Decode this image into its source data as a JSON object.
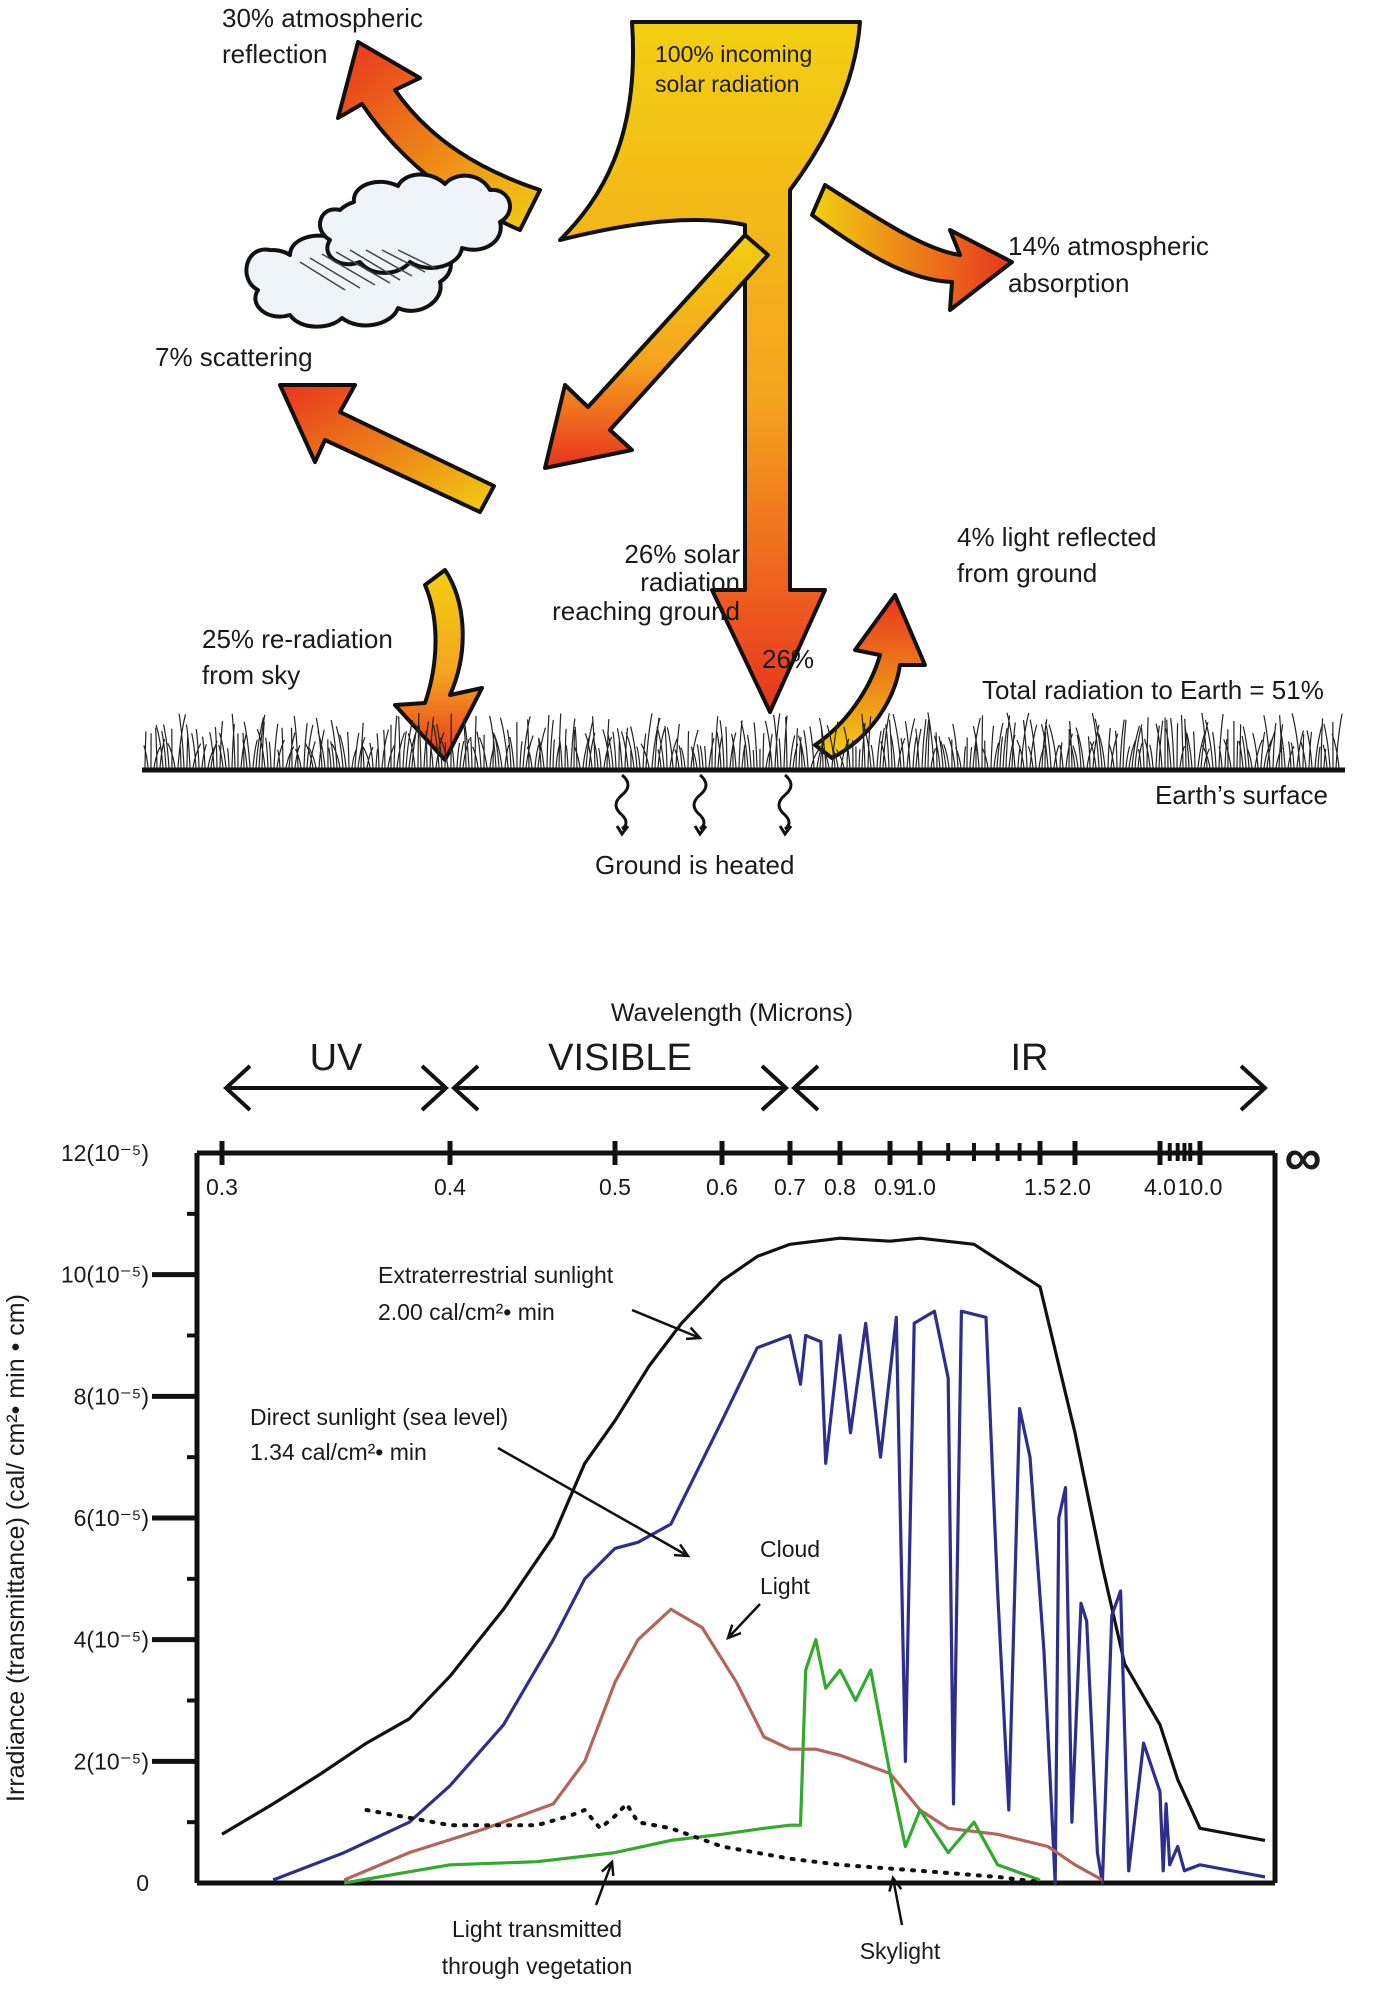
{
  "budget": {
    "labels": {
      "incoming_1": "100% incoming",
      "incoming_2": "solar radiation",
      "reflection_1": "30% atmospheric",
      "reflection_2": "reflection",
      "absorption_1": "14% atmospheric",
      "absorption_2": "absorption",
      "scattering": "7% scattering",
      "reaching_1": "26% solar",
      "reaching_2": "radiation",
      "reaching_3": "reaching ground",
      "reaching_pct": "26%",
      "reradiation_1": "25% re-radiation",
      "reradiation_2": "from sky",
      "ground_reflect_1": "4% light reflected",
      "ground_reflect_2": "from ground",
      "total": "Total radiation to Earth = 51%",
      "surface": "Earth’s surface",
      "heated": "Ground is heated"
    },
    "colors": {
      "arrow_light": "#f2cf12",
      "arrow_mid": "#f4a31e",
      "arrow_dark": "#e8341f",
      "cloud_fill": "#eef4f8"
    },
    "icons": [
      "cloud-icon",
      "grass-icon",
      "heat-wave-icon"
    ]
  },
  "chart_data": {
    "type": "line",
    "title": "",
    "xlabel": "Wavelength (Microns)",
    "ylabel": "Irradiance (transmittance) (cal/ cm²• min • cm)",
    "x_scale": "log",
    "x_ticks": [
      "0.3",
      "0.4",
      "0.5",
      "0.6",
      "0.7",
      "0.8",
      "0.9",
      "1.0",
      "1.5",
      "2.0",
      "4.0",
      "10.0"
    ],
    "x_end_symbol": "∞",
    "y_ticks": [
      "0",
      "2(10⁻⁵)",
      "4(10⁻⁵)",
      "6(10⁻⁵)",
      "8(10⁻⁵)",
      "10(10⁻⁵)",
      "12(10⁻⁵)"
    ],
    "ylim": [
      0,
      12
    ],
    "y_unit_multiplier": "10⁻⁵",
    "bands": [
      {
        "label": "UV",
        "from": 0.3,
        "to": 0.4
      },
      {
        "label": "VISIBLE",
        "from": 0.4,
        "to": 0.7
      },
      {
        "label": "IR",
        "from": 0.7,
        "to": 20
      }
    ],
    "series": [
      {
        "name": "Extraterrestrial sunlight",
        "color": "#111111",
        "style": "solid",
        "points": [
          [
            0.3,
            0.8
          ],
          [
            0.32,
            1.3
          ],
          [
            0.34,
            1.8
          ],
          [
            0.36,
            2.3
          ],
          [
            0.38,
            2.7
          ],
          [
            0.4,
            3.4
          ],
          [
            0.43,
            4.5
          ],
          [
            0.46,
            5.7
          ],
          [
            0.48,
            6.9
          ],
          [
            0.5,
            7.6
          ],
          [
            0.53,
            8.5
          ],
          [
            0.56,
            9.2
          ],
          [
            0.6,
            9.9
          ],
          [
            0.65,
            10.3
          ],
          [
            0.7,
            10.5
          ],
          [
            0.8,
            10.6
          ],
          [
            0.9,
            10.55
          ],
          [
            1.0,
            10.6
          ],
          [
            1.2,
            10.5
          ],
          [
            1.5,
            9.8
          ],
          [
            2.0,
            7.4
          ],
          [
            2.5,
            5.2
          ],
          [
            3.0,
            3.6
          ],
          [
            4.0,
            2.6
          ],
          [
            6.0,
            1.7
          ],
          [
            10.0,
            0.9
          ],
          [
            20.0,
            0.7
          ]
        ]
      },
      {
        "name": "Direct sunlight (sea level)",
        "color": "#2e2f8c",
        "style": "solid",
        "points": [
          [
            0.32,
            0.05
          ],
          [
            0.35,
            0.5
          ],
          [
            0.38,
            1.0
          ],
          [
            0.4,
            1.6
          ],
          [
            0.43,
            2.6
          ],
          [
            0.46,
            4.0
          ],
          [
            0.48,
            5.0
          ],
          [
            0.5,
            5.5
          ],
          [
            0.52,
            5.6
          ],
          [
            0.55,
            5.9
          ],
          [
            0.6,
            7.6
          ],
          [
            0.65,
            8.8
          ],
          [
            0.7,
            9.0
          ],
          [
            0.72,
            8.2
          ],
          [
            0.73,
            9.0
          ],
          [
            0.76,
            8.9
          ],
          [
            0.77,
            6.9
          ],
          [
            0.8,
            9.0
          ],
          [
            0.82,
            7.4
          ],
          [
            0.85,
            9.2
          ],
          [
            0.88,
            7.0
          ],
          [
            0.92,
            9.3
          ],
          [
            0.95,
            2.0
          ],
          [
            0.98,
            9.2
          ],
          [
            1.05,
            9.4
          ],
          [
            1.1,
            8.3
          ],
          [
            1.12,
            1.3
          ],
          [
            1.15,
            9.4
          ],
          [
            1.25,
            9.3
          ],
          [
            1.3,
            4.8
          ],
          [
            1.35,
            1.2
          ],
          [
            1.4,
            7.8
          ],
          [
            1.45,
            7.0
          ],
          [
            1.55,
            3.8
          ],
          [
            1.7,
            0.0
          ],
          [
            1.75,
            6.0
          ],
          [
            1.85,
            6.5
          ],
          [
            1.95,
            1.0
          ],
          [
            2.1,
            4.6
          ],
          [
            2.2,
            4.3
          ],
          [
            2.4,
            0.5
          ],
          [
            2.5,
            0.0
          ],
          [
            2.7,
            4.4
          ],
          [
            2.9,
            4.8
          ],
          [
            3.1,
            0.2
          ],
          [
            3.5,
            2.3
          ],
          [
            4.0,
            1.5
          ],
          [
            4.3,
            0.2
          ],
          [
            4.6,
            1.3
          ],
          [
            5.0,
            0.3
          ],
          [
            6.0,
            0.6
          ],
          [
            7.0,
            0.2
          ],
          [
            10.0,
            0.3
          ],
          [
            20.0,
            0.1
          ]
        ]
      },
      {
        "name": "Cloud Light",
        "color": "#b5645a",
        "style": "solid",
        "points": [
          [
            0.35,
            0.05
          ],
          [
            0.38,
            0.5
          ],
          [
            0.42,
            0.9
          ],
          [
            0.46,
            1.3
          ],
          [
            0.48,
            2.0
          ],
          [
            0.5,
            3.3
          ],
          [
            0.52,
            4.0
          ],
          [
            0.55,
            4.5
          ],
          [
            0.58,
            4.2
          ],
          [
            0.62,
            3.3
          ],
          [
            0.66,
            2.4
          ],
          [
            0.7,
            2.2
          ],
          [
            0.75,
            2.2
          ],
          [
            0.8,
            2.1
          ],
          [
            0.9,
            1.8
          ],
          [
            1.0,
            1.2
          ],
          [
            1.1,
            0.9
          ],
          [
            1.3,
            0.8
          ],
          [
            1.6,
            0.6
          ],
          [
            2.0,
            0.3
          ],
          [
            2.5,
            0.05
          ]
        ]
      },
      {
        "name": "Light transmitted through vegetation",
        "color": "#33aa2f",
        "style": "solid",
        "points": [
          [
            0.35,
            0.0
          ],
          [
            0.4,
            0.3
          ],
          [
            0.45,
            0.35
          ],
          [
            0.5,
            0.5
          ],
          [
            0.55,
            0.7
          ],
          [
            0.6,
            0.8
          ],
          [
            0.66,
            0.9
          ],
          [
            0.7,
            0.95
          ],
          [
            0.72,
            0.95
          ],
          [
            0.73,
            3.5
          ],
          [
            0.75,
            4.0
          ],
          [
            0.77,
            3.2
          ],
          [
            0.8,
            3.5
          ],
          [
            0.83,
            3.0
          ],
          [
            0.86,
            3.5
          ],
          [
            0.9,
            1.8
          ],
          [
            0.95,
            0.6
          ],
          [
            1.0,
            1.2
          ],
          [
            1.1,
            0.5
          ],
          [
            1.2,
            1.0
          ],
          [
            1.3,
            0.3
          ],
          [
            1.5,
            0.05
          ]
        ]
      },
      {
        "name": "Skylight",
        "color": "#111111",
        "style": "dotted",
        "points": [
          [
            0.36,
            1.2
          ],
          [
            0.4,
            0.95
          ],
          [
            0.45,
            0.95
          ],
          [
            0.47,
            1.1
          ],
          [
            0.48,
            1.2
          ],
          [
            0.49,
            0.9
          ],
          [
            0.5,
            1.1
          ],
          [
            0.51,
            1.3
          ],
          [
            0.52,
            1.0
          ],
          [
            0.55,
            0.9
          ],
          [
            0.6,
            0.6
          ],
          [
            0.7,
            0.4
          ],
          [
            0.8,
            0.3
          ],
          [
            1.0,
            0.2
          ],
          [
            1.3,
            0.1
          ],
          [
            1.6,
            0.0
          ]
        ]
      }
    ],
    "annotations": [
      {
        "text": "Extraterrestrial sunlight",
        "text2": "2.00 cal/cm²• min",
        "series": "Extraterrestrial sunlight"
      },
      {
        "text": "Direct  sunlight (sea level)",
        "text2": "1.34 cal/cm²• min",
        "series": "Direct sunlight (sea level)"
      },
      {
        "text": "Cloud",
        "text2": "Light",
        "series": "Cloud Light"
      },
      {
        "text": "Light transmitted",
        "text2": "through vegetation",
        "series": "Light transmitted through vegetation"
      },
      {
        "text": "Skylight",
        "text2": "",
        "series": "Skylight"
      }
    ],
    "grid": false,
    "legend": "none"
  }
}
